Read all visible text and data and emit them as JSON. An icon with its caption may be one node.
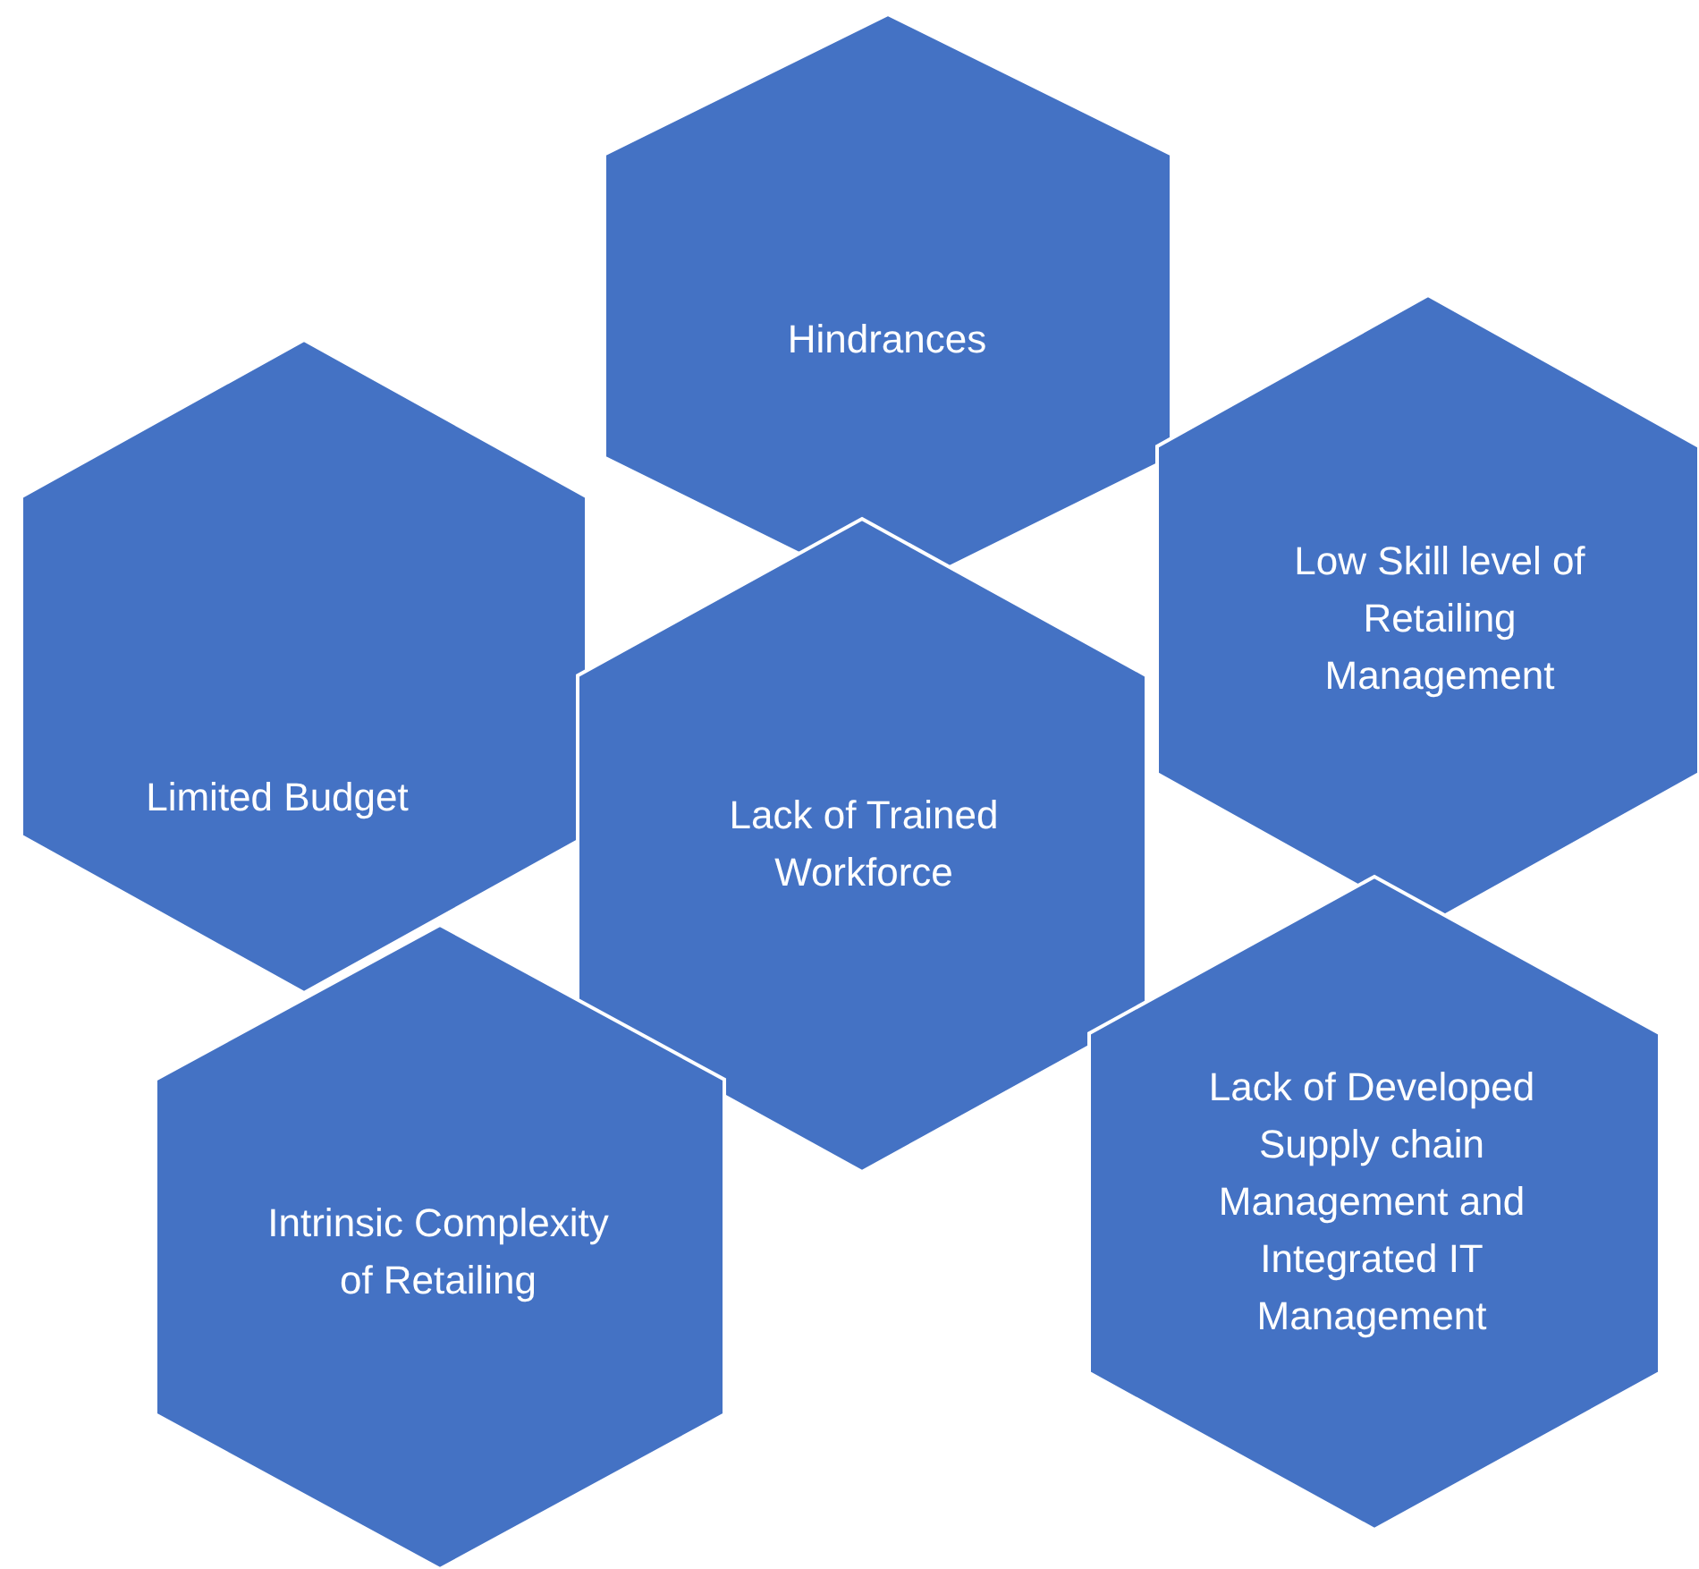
{
  "diagram": {
    "nodes": [
      {
        "text": [
          "Hindrances"
        ]
      },
      {
        "text": [
          "Limited Budget"
        ]
      },
      {
        "text": [
          "Low Skill level of Retailing Management"
        ]
      },
      {
        "text": [
          "Lack of Trained Workforce"
        ]
      },
      {
        "text": [
          "Intrinsic Complexity of Retailing"
        ]
      },
      {
        "text": [
          "Lack of Developed Supply chain Management and Integrated IT Management"
        ]
      }
    ]
  }
}
